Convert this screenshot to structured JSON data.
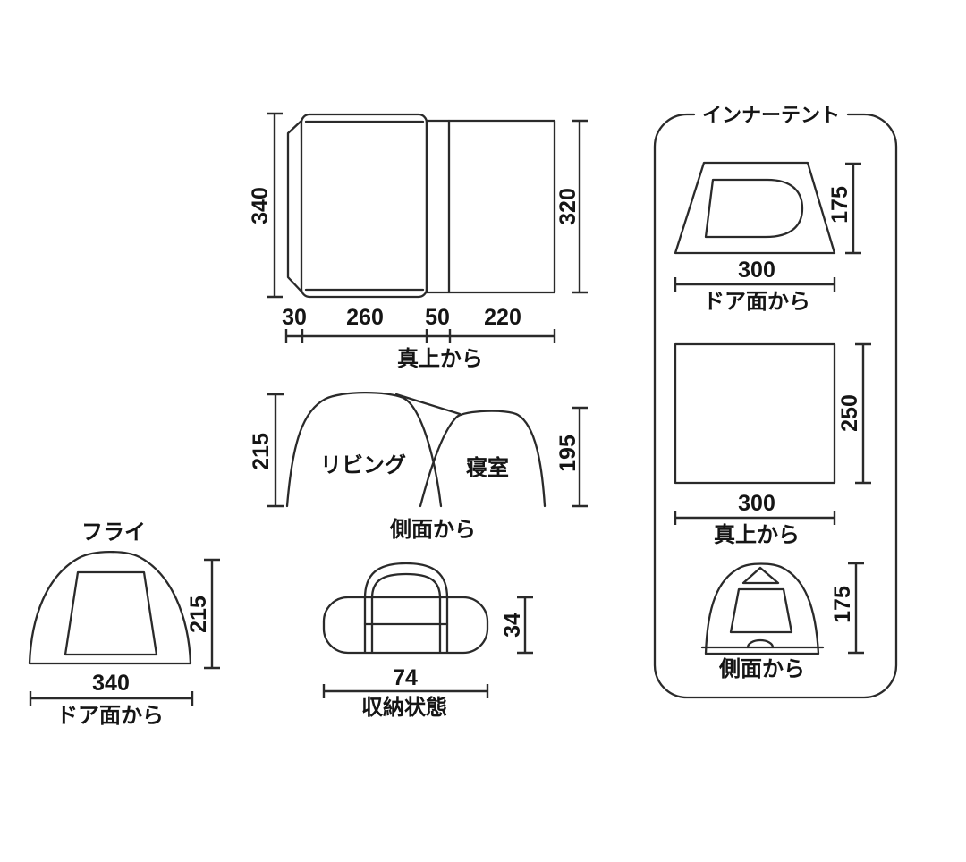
{
  "colors": {
    "line": "#2a2a2a",
    "text": "#151515",
    "background": "#ffffff"
  },
  "main_tent": {
    "top_view": {
      "height_left": "340",
      "height_right": "320",
      "width_segments": [
        "30",
        "260",
        "50",
        "220"
      ],
      "caption": "真上から"
    },
    "side_view": {
      "height_left": "215",
      "height_right": "195",
      "label_living": "リビング",
      "label_bedroom": "寝室",
      "caption": "側面から"
    }
  },
  "fly": {
    "title": "フライ",
    "height": "215",
    "width": "340",
    "caption": "ドア面から"
  },
  "storage": {
    "width": "74",
    "height": "34",
    "caption": "収納状態"
  },
  "inner_tent": {
    "title": "インナーテント",
    "door_view": {
      "width": "300",
      "height": "175",
      "caption": "ドア面から"
    },
    "top_view": {
      "width": "300",
      "height": "250",
      "caption": "真上から"
    },
    "side_view": {
      "height": "175",
      "caption": "側面から"
    }
  }
}
